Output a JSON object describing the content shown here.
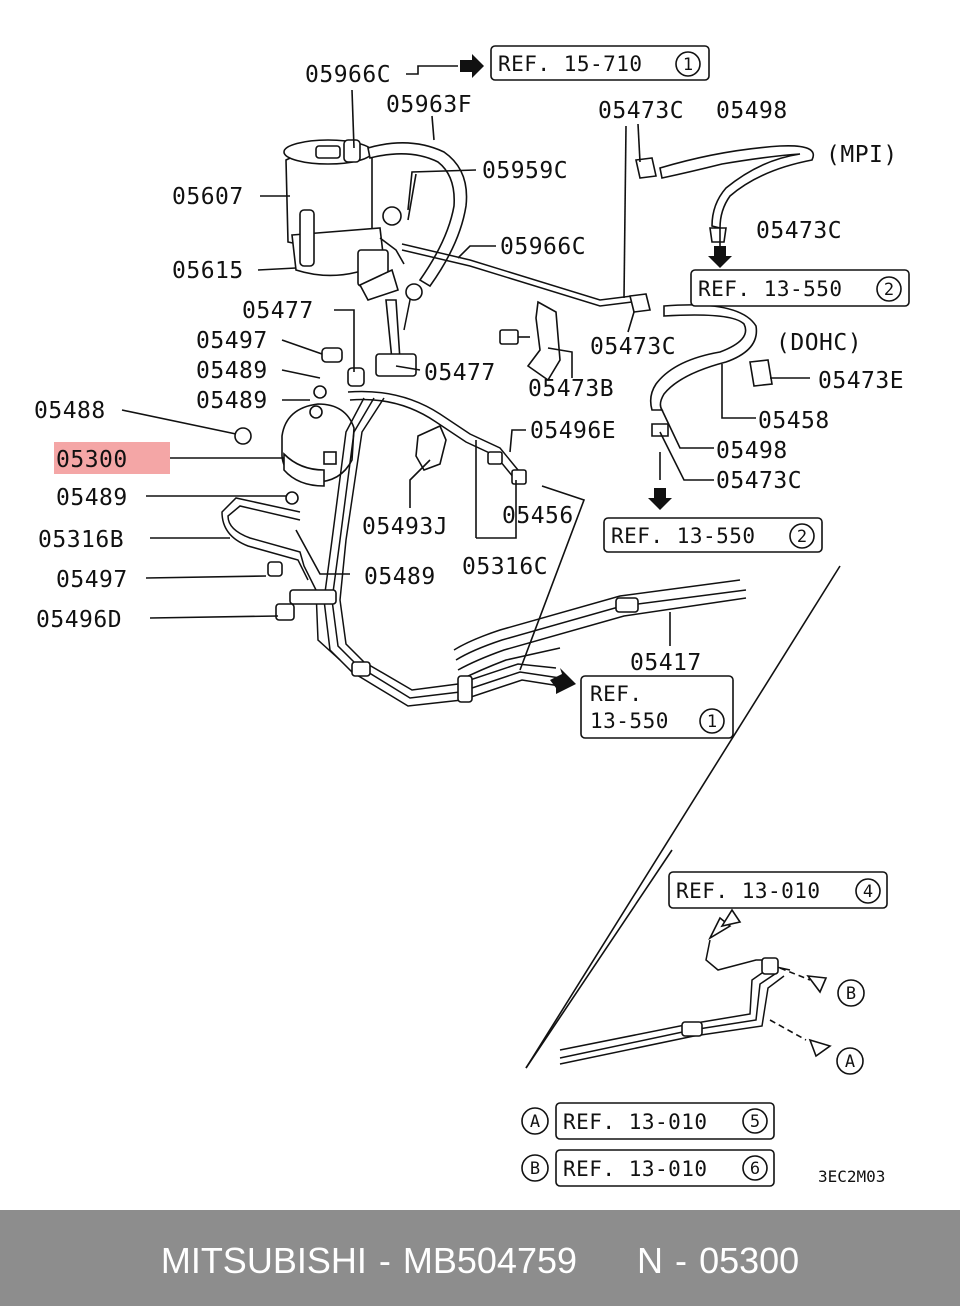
{
  "labels": {
    "p05966C_top": "05966C",
    "p05963F": "05963F",
    "p05959C": "05959C",
    "p05607": "05607",
    "p05615": "05615",
    "p05966C_mid": "05966C",
    "p05477_a": "05477",
    "p05497_a": "05497",
    "p05489_a": "05489",
    "p05489_b": "05489",
    "p05488": "05488",
    "p05300": "05300",
    "p05489_c": "05489",
    "p05316B": "05316B",
    "p05497_b": "05497",
    "p05496D": "05496D",
    "p05489_d": "05489",
    "p05477_b": "05477",
    "p05473B": "05473B",
    "p05473C_top": "05473C",
    "p05498_top": "05498",
    "p05473C_r": "05473C",
    "p05473C_mid": "05473C",
    "p05473E": "05473E",
    "p05458": "05458",
    "p05498_mid": "05498",
    "p05473C_low": "05473C",
    "p05496E": "05496E",
    "p05456": "05456",
    "p05493J": "05493J",
    "p05316C": "05316C",
    "p05417": "05417",
    "mpi": "(MPI)",
    "dohc": "(DOHC)"
  },
  "refs": {
    "ref_15_710": "REF. 15-710",
    "ref_15_710_n": "1",
    "ref_13_550_a": "REF. 13-550",
    "ref_13_550_a_n": "2",
    "ref_13_550_b": "REF. 13-550",
    "ref_13_550_b_n": "2",
    "ref_13_550_c_l1": "REF.",
    "ref_13_550_c_l2": "13-550",
    "ref_13_550_c_n": "1",
    "ref_13_010_a": "REF. 13-010",
    "ref_13_010_a_n": "4",
    "ref_13_010_b": "REF. 13-010",
    "ref_13_010_b_n": "5",
    "ref_13_010_c": "REF. 13-010",
    "ref_13_010_c_n": "6",
    "marker_a": "A",
    "marker_b": "B"
  },
  "diagram_code": "3EC2M03",
  "highlight": {
    "part": "05300",
    "color": "#f4a6a6"
  },
  "footer": {
    "brand": "MITSUBISHI",
    "sep1": "-",
    "part_number": "MB504759",
    "n_label": "N",
    "sep2": "-",
    "position": "05300"
  }
}
